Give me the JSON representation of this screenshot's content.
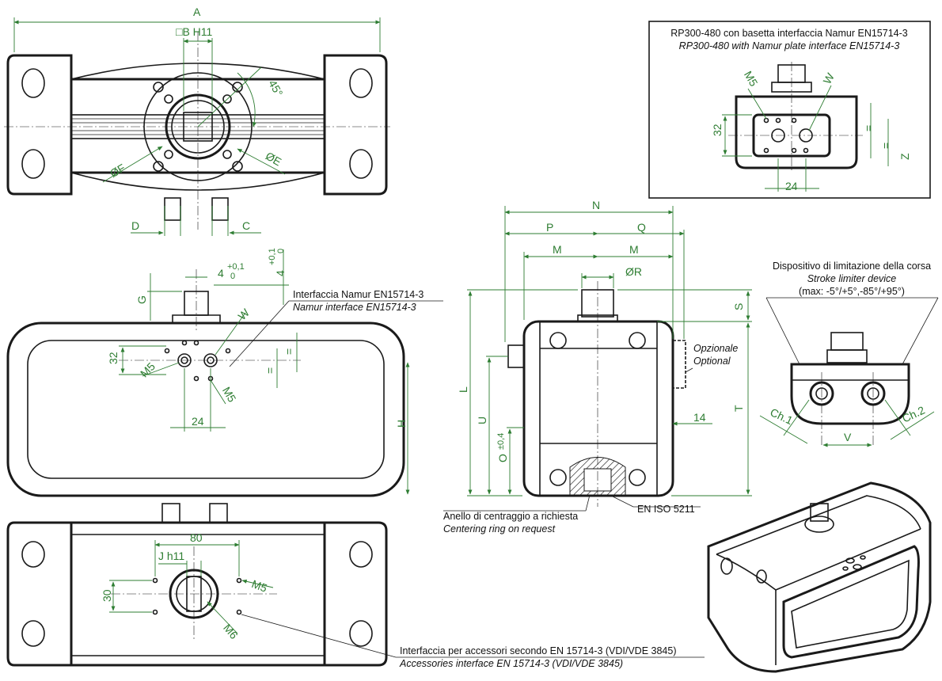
{
  "colors": {
    "dimension": "#2e7d32",
    "ink": "#1a1a1a",
    "background": "#ffffff"
  },
  "top_view": {
    "dim_A": "A",
    "dim_B": "□B H11",
    "angle": "45°",
    "dia_F": "ØF",
    "dia_E": "ØE",
    "dim_D": "D",
    "dim_C": "C"
  },
  "inset": {
    "title_it": "RP300-480 con basetta interfaccia Namur EN15714-3",
    "title_en": "RP300-480 with Namur plate interface EN15714-3",
    "m5": "M5",
    "w": "W",
    "dim_32": "32",
    "dim_24": "24",
    "dim_z": "Z",
    "eq1": "=",
    "eq2": "="
  },
  "side_view": {
    "slot_dim": "4",
    "tol_plus": "+0,1",
    "tol_zero": "0",
    "dim_G": "G",
    "dim_H": "H",
    "m5": "M5",
    "w": "W",
    "m5_b": "M5",
    "dim_32": "32",
    "dim_24": "24",
    "eq1": "=",
    "eq2": "=",
    "namur_it": "Interfaccia Namur EN15714-3",
    "namur_en": "Namur interface EN15714-3"
  },
  "bottom_view": {
    "dim_80": "80",
    "dim_30": "30",
    "dim_j": "J h11",
    "m5": "M5",
    "m6": "M6",
    "acc_it": "Interfaccia per accessori secondo EN 15714-3 (VDI/VDE 3845)",
    "acc_en": "Accessories interface EN 15714-3 (VDI/VDE 3845)"
  },
  "end_view": {
    "dim_N": "N",
    "dim_P": "P",
    "dim_Q": "Q",
    "dim_M1": "M",
    "dim_M2": "M",
    "dia_R": "ØR",
    "dim_S": "S",
    "dim_T": "T",
    "dim_L": "L",
    "dim_U": "U",
    "dim_O": "O",
    "tol_O": "±0,4",
    "dim_14": "14",
    "optional_it": "Opzionale",
    "optional_en": "Optional",
    "iso": "EN ISO 5211",
    "ring_it": "Anello di centraggio a richiesta",
    "ring_en": "Centering ring on request"
  },
  "limiter": {
    "title_it": "Dispositivo di limitazione della corsa",
    "title_en": "Stroke limiter device",
    "range": "(max: -5°/+5°,-85°/+95°)",
    "ch1": "Ch.1",
    "ch2": "Ch.2",
    "dim_V": "V"
  }
}
